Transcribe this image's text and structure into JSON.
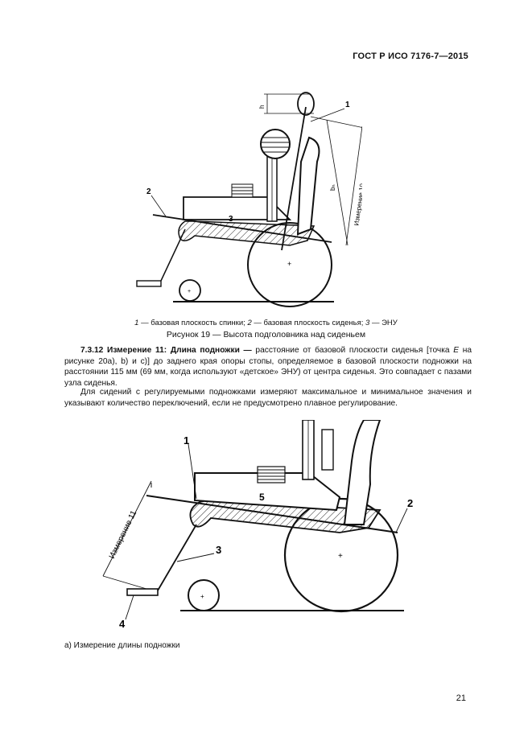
{
  "header": {
    "code": "ГОСТ Р ИСО 7176-7—2015"
  },
  "figure19": {
    "labels": {
      "l1": "1",
      "l2": "2",
      "l3": "3",
      "h": "h",
      "b": "bₕ",
      "measure": "Измерение 10"
    },
    "legend": {
      "n1": "1",
      "t1": " — базовая плоскость спинки; ",
      "n2": "2",
      "t2": " — базовая плоскость сиденья; ",
      "n3": "3",
      "t3": " — ЭНУ"
    },
    "caption": "Рисунок 19 — Высота подголовника над сиденьем"
  },
  "section": {
    "title": "7.3.12 Измерение 11: Длина подножки —",
    "text_a": " расстояние от базовой плоскости сиденья [точка ",
    "point": "E",
    "text_b": " на рисунке 20a), b) и c)] до заднего края опоры стопы, определяемое в базовой плоскости подножки на расстоянии 115 мм (69 мм, когда используют «детское» ЭНУ) от центра сиденья. Это совпадает с пазами узла сиденья.",
    "para2": "Для сидений с регулируемыми подножками измеряют максимальное и минимальное значения и указывают количество переключений, если не предусмотрено плавное регулирование."
  },
  "figure20a": {
    "labels": {
      "l1": "1",
      "l2": "2",
      "l3": "3",
      "l4": "4",
      "l5": "5",
      "measure": "Измерение 11"
    },
    "caption": "а) Измерение длины подножки"
  },
  "page_number": "21"
}
